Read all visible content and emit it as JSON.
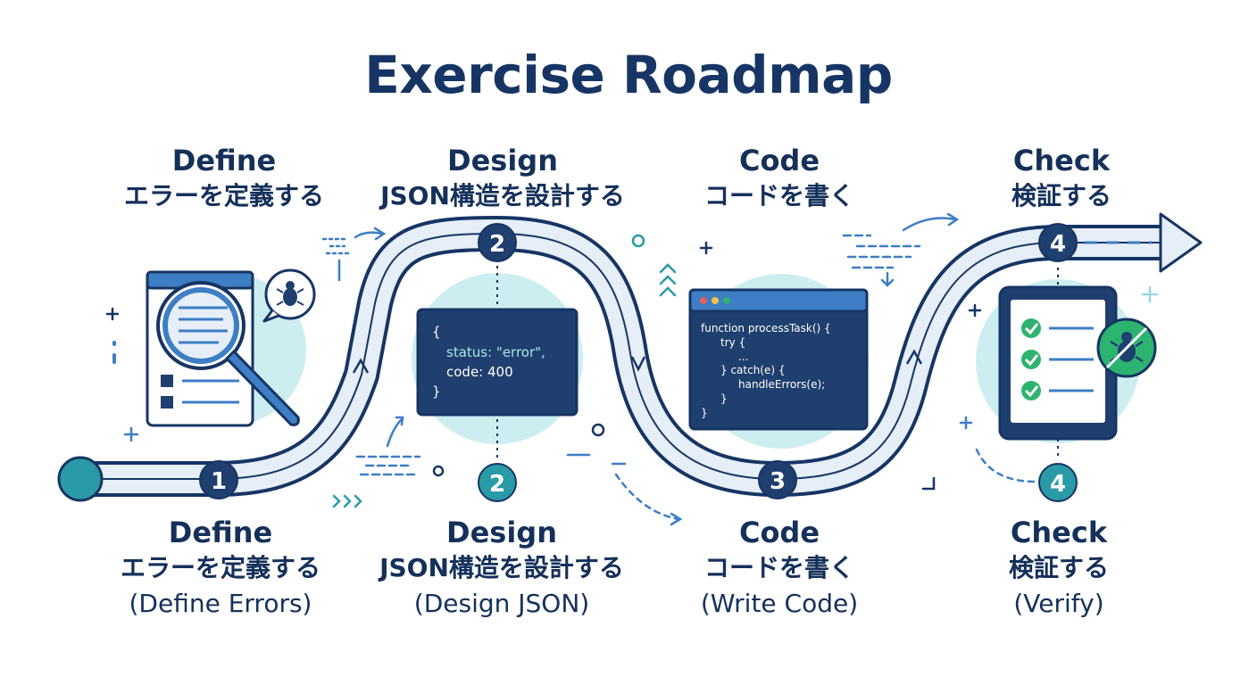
{
  "title": "Exercise Roadmap",
  "top_labels": [
    {
      "en": "Define",
      "jp": "エラーを定義する"
    },
    {
      "en": "Design",
      "jp": "JSON構造を設計する"
    },
    {
      "en": "Code",
      "jp": "コードを書く"
    },
    {
      "en": "Check",
      "jp": "検証する"
    }
  ],
  "bottom_labels": [
    {
      "en": "Define",
      "jp": "エラーを定義する",
      "sub": "(Define Errors)"
    },
    {
      "en": "Design",
      "jp": "JSON構造を設計する",
      "sub": "(Design JSON)"
    },
    {
      "en": "Code",
      "jp": "コードを書く",
      "sub": "(Write Code)"
    },
    {
      "en": "Check",
      "jp": "検証する",
      "sub": "(Verify)"
    }
  ],
  "markers": {
    "path_1": "1",
    "path_2": "2",
    "path_3": "3",
    "path_4": "4",
    "below_2": "2",
    "below_4": "4"
  },
  "json_card": {
    "line1": "{",
    "line2": "status: \"error\",",
    "line3": "code: 400",
    "line4": "}"
  },
  "code_card": {
    "line1": "function processTask() {",
    "line2": "try {",
    "line3": "...",
    "line4": "} catch(e) {",
    "line5": "handleErrors(e);",
    "line6": "}",
    "line7": "}"
  },
  "icons": {
    "step1": [
      "magnifier-document-icon",
      "bug-icon"
    ],
    "step2": [
      "json-card-icon"
    ],
    "step3": [
      "code-window-icon"
    ],
    "step4": [
      "tablet-checklist-icon",
      "bug-icon"
    ]
  },
  "colors": {
    "navy": "#163564",
    "road_fill": "#e6eef8",
    "teal": "#2a9aa6",
    "circle_bg": "#cdeef0",
    "code_bg": "#1f3f6e",
    "accent_blue": "#3d7ec4",
    "check_green": "#2db370"
  }
}
